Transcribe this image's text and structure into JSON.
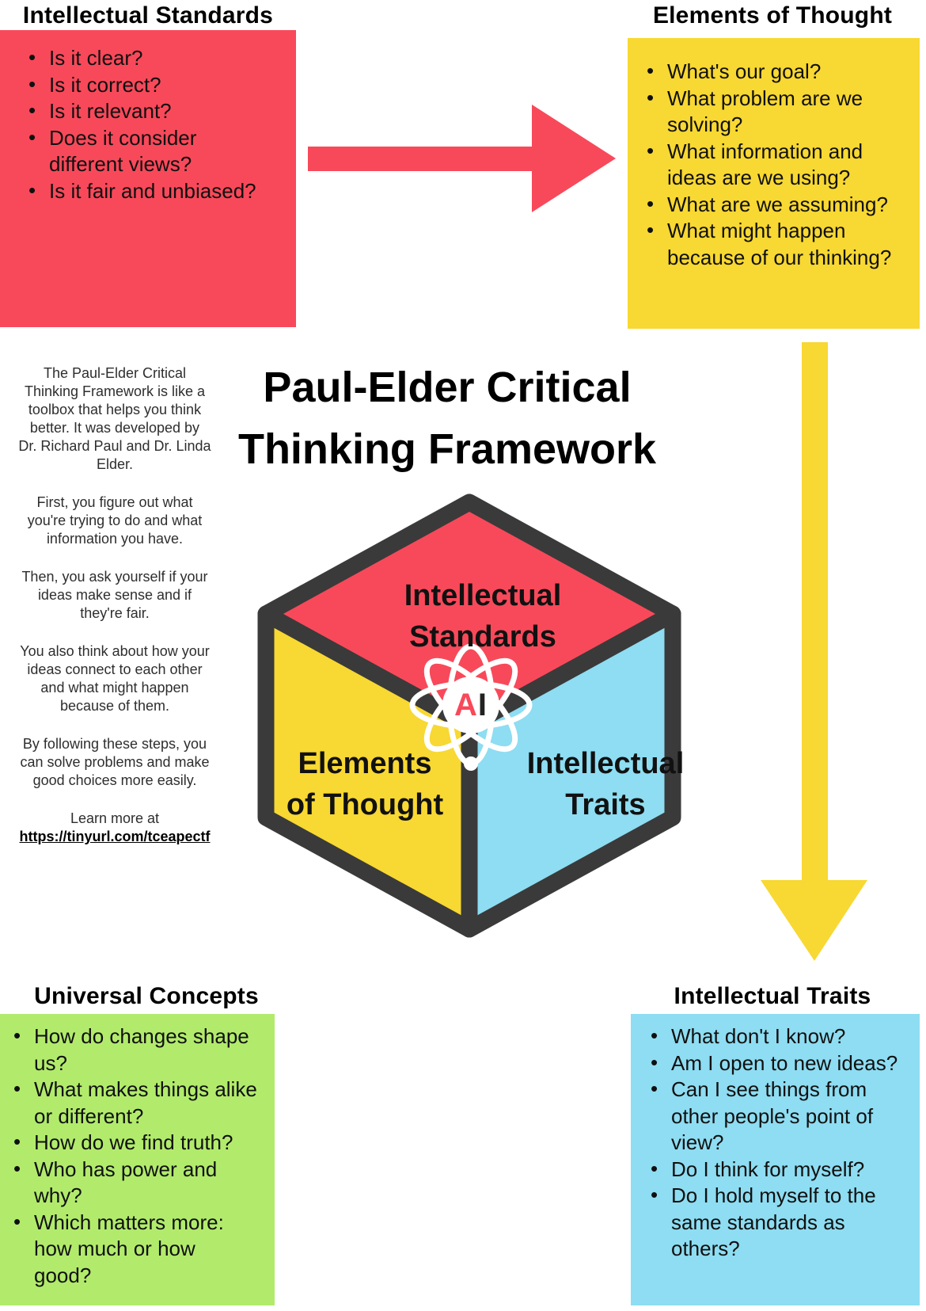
{
  "colors": {
    "red": "#f8495a",
    "yellow": "#f8d832",
    "green": "#b2eb6c",
    "blue": "#8eddf2",
    "stroke": "#3a3a3a"
  },
  "top_left": {
    "heading": "Intellectual Standards",
    "items": [
      "Is it clear?",
      "Is it correct?",
      "Is it relevant?",
      "Does it consider\ndifferent views?",
      "Is it fair and unbiased?"
    ]
  },
  "top_right": {
    "heading": "Elements of Thought",
    "items": [
      "What's our goal?",
      "What problem are we\nsolving?",
      "What information and\nideas are we using?",
      "What are we assuming?",
      "What might happen\nbecause of our thinking?"
    ]
  },
  "title": {
    "line1": "Paul-Elder Critical",
    "line2": "Thinking Framework"
  },
  "intro": {
    "paragraphs": [
      "The Paul-Elder Critical\nThinking Framework is like a\ntoolbox that helps you think\nbetter. It was developed by\nDr. Richard Paul and Dr. Linda\nElder.",
      "First, you figure out what\nyou're trying to do and what\ninformation you have.",
      "Then, you ask yourself if your\nideas make sense and if\nthey're fair.",
      "You also think about how your\nideas connect to each other\nand what might happen\nbecause of them.",
      "By following these steps, you\ncan solve problems and make\ngood choices more easily."
    ],
    "learn_more_label": "Learn more at",
    "link_text": "https://tinyurl.com/tceapectf"
  },
  "cube": {
    "top_face": {
      "line1": "Intellectual",
      "line2": "Standards"
    },
    "left_face": {
      "line1": "Elements",
      "line2": "of Thought"
    },
    "right_face": {
      "line1": "Intellectual",
      "line2": "Traits"
    },
    "ai_a": "A",
    "ai_i": "I"
  },
  "bottom_left": {
    "heading": "Universal Concepts",
    "items": [
      "How do changes shape\nus?",
      "What makes things alike\nor different?",
      "How do we find truth?",
      "Who has power and\nwhy?",
      "Which matters more:\nhow much or how\ngood?"
    ]
  },
  "bottom_right": {
    "heading": "Intellectual Traits",
    "items": [
      "What don't I know?",
      "Am I open to new ideas?",
      "Can I see things from\nother people's point of\nview?",
      "Do I think for myself?",
      "Do I hold myself to the\nsame standards as\nothers?"
    ]
  }
}
